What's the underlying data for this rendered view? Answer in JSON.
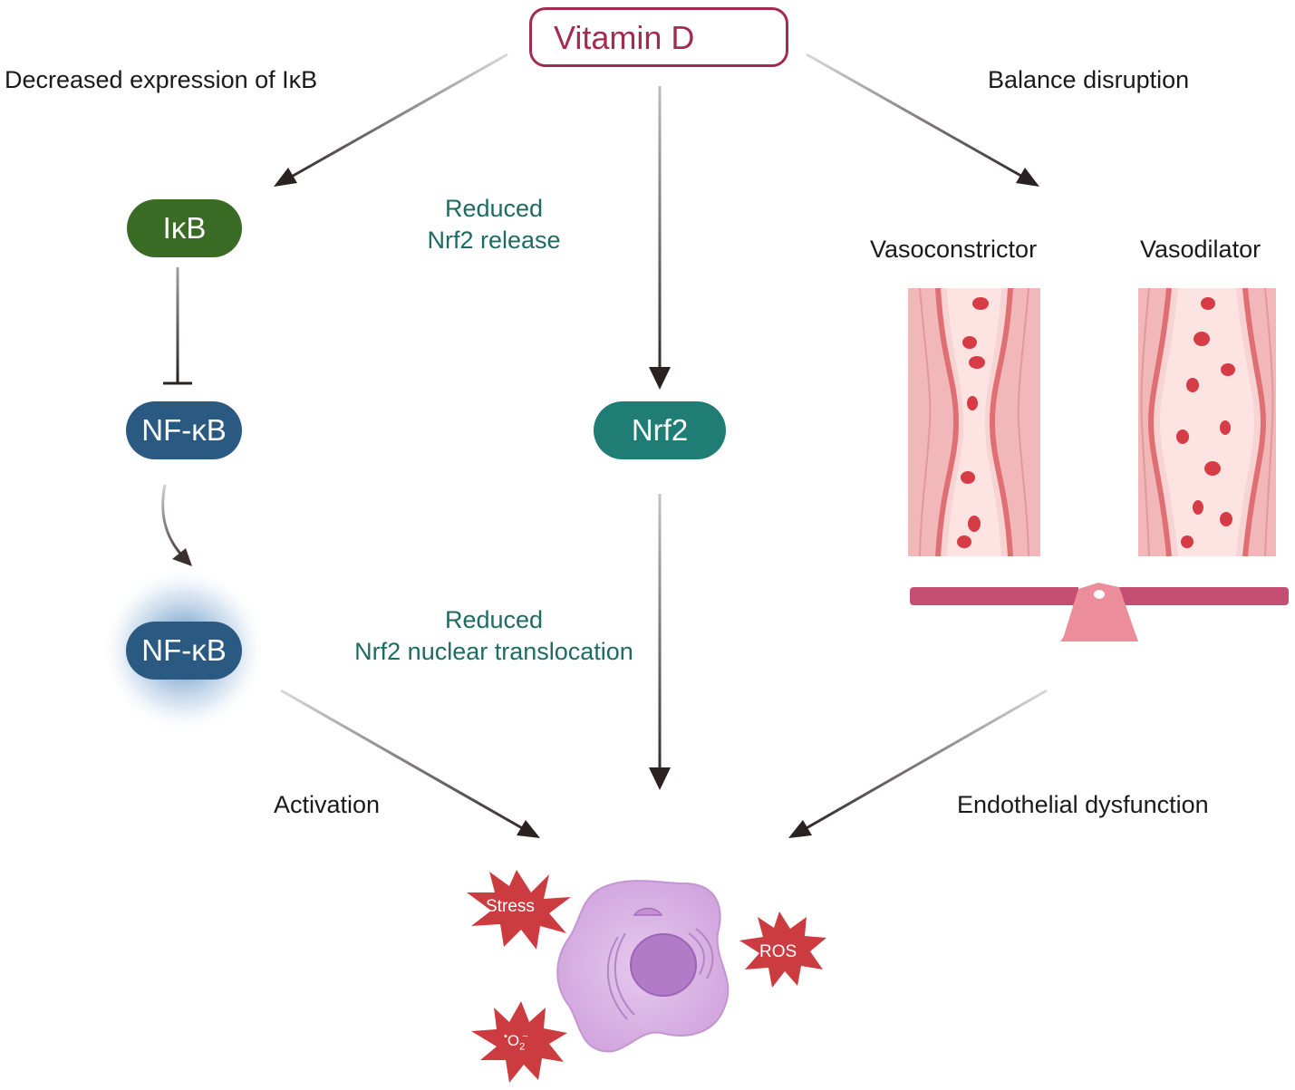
{
  "top": {
    "title": "Vitamin D"
  },
  "left": {
    "heading": "Decreased expression of IκB",
    "ikb": "IκB",
    "nfkb": "NF-κB",
    "nfkb_active": "NF-κB",
    "bottom_label": "Activation"
  },
  "middle": {
    "note1": [
      "Reduced",
      "Nrf2 release"
    ],
    "nrf2": "Nrf2",
    "note2": [
      "Reduced",
      "Nrf2 nuclear translocation"
    ]
  },
  "right": {
    "heading": "Balance disruption",
    "vasoconstrictor": "Vasoconstrictor",
    "vasodilator": "Vasodilator",
    "bottom_label": "Endothelial dysfunction"
  },
  "cell": {
    "stress": "Stress",
    "ros": "ROS",
    "superoxide": "O2"
  },
  "colors": {
    "vitamin_d": "#a32b52",
    "ikb_green": "#3a6b24",
    "nfkb_blue": "#2a5a82",
    "nrf2_teal": "#1f7d76",
    "teal_text": "#1d6b63",
    "cell_purple": "#d8b3e2",
    "burst_red": "#cc3b40",
    "scale_pink": "#c44f72"
  }
}
